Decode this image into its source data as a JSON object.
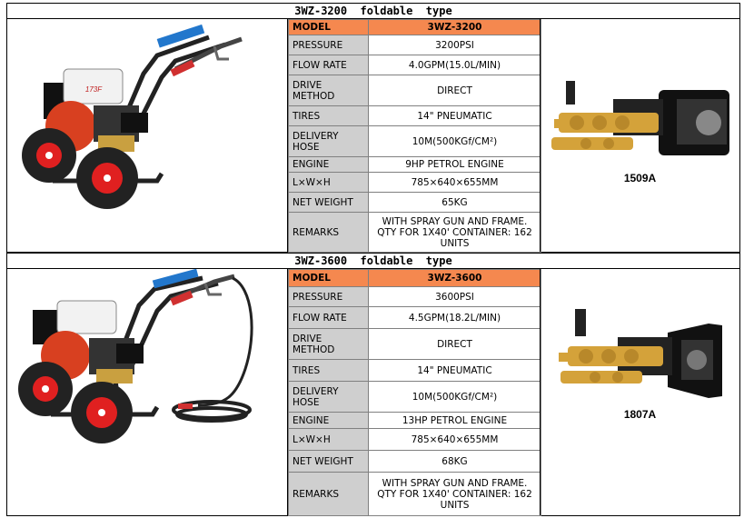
{
  "products": [
    {
      "title": "3WZ-3200  foldable  type",
      "pump_model": "1509A",
      "specs": [
        {
          "label": "MODEL",
          "value": "3WZ-3200"
        },
        {
          "label": "PRESSURE",
          "value": "3200PSI"
        },
        {
          "label": "FLOW RATE",
          "value": "4.0GPM(15.0L/MIN)"
        },
        {
          "label": "DRIVE METHOD",
          "value": "DIRECT"
        },
        {
          "label": "TIRES",
          "value": "14\" PNEUMATIC"
        },
        {
          "label": "DELIVERY HOSE",
          "value": "10M(500KGf/CM²)"
        },
        {
          "label": "ENGINE",
          "value": "9HP PETROL ENGINE"
        },
        {
          "label": "L×W×H",
          "value": "785×640×655MM"
        },
        {
          "label": "NET WEIGHT",
          "value": "65KG"
        },
        {
          "label": "REMARKS",
          "value": "WITH SPRAY GUN AND FRAME. QTY FOR 1X40' CONTAINER: 162 UNITS"
        }
      ]
    },
    {
      "title": "3WZ-3600  foldable  type",
      "pump_model": "1807A",
      "specs": [
        {
          "label": "MODEL",
          "value": "3WZ-3600"
        },
        {
          "label": "PRESSURE",
          "value": "3600PSI"
        },
        {
          "label": "FLOW RATE",
          "value": "4.5GPM(18.2L/MIN)"
        },
        {
          "label": "DRIVE METHOD",
          "value": "DIRECT"
        },
        {
          "label": "TIRES",
          "value": "14\" PNEUMATIC"
        },
        {
          "label": "DELIVERY HOSE",
          "value": "10M(500KGf/CM²)"
        },
        {
          "label": "ENGINE",
          "value": "13HP PETROL ENGINE"
        },
        {
          "label": "L×W×H",
          "value": "785×640×655MM"
        },
        {
          "label": "NET WEIGHT",
          "value": "68KG"
        },
        {
          "label": "REMARKS",
          "value": "WITH SPRAY GUN AND FRAME. QTY FOR 1X40' CONTAINER: 162 UNITS"
        }
      ]
    }
  ],
  "machine_label": "173F",
  "colors": {
    "model_row": "#f5884f",
    "label_cell": "#cfcfcf",
    "frame_blue": "#2277cc",
    "wheel_red": "#e02020",
    "brass": "#d4a23a"
  }
}
